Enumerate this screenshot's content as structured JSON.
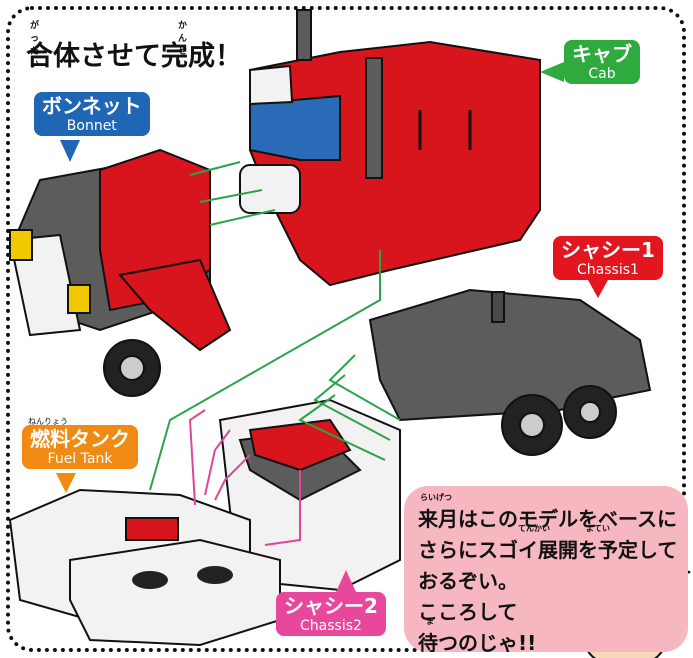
{
  "title": {
    "text": "合体させて完成！",
    "ruby_gattai": "がったい",
    "ruby_kansei": "かんせい"
  },
  "labels": {
    "cab": {
      "jp": "キャブ",
      "en": "Cab",
      "color": "#2eaa3f"
    },
    "bonnet": {
      "jp": "ボンネット",
      "en": "Bonnet",
      "color": "#1f66b5"
    },
    "chassis1": {
      "jp": "シャシー1",
      "en": "Chassis1",
      "color": "#e3151e"
    },
    "fuel_tank": {
      "jp": "燃料タンク",
      "en": "Fuel Tank",
      "ruby": "ねんりょう",
      "color": "#f08a12"
    },
    "chassis2": {
      "jp": "シャシー2",
      "en": "Chassis2",
      "color": "#e8489b"
    }
  },
  "note": {
    "line1": "来月はこのモデルをベースに",
    "line2": "さらにスゴイ展開を予定して",
    "line3": "おるぞい。",
    "line4": "こころして",
    "line5": "待つのじゃ!!",
    "ruby_raigetsu": "らいげつ",
    "ruby_tenkai": "てんかい",
    "ruby_yotei": "よてい",
    "ruby_ma": "ま",
    "background": "#f7b7c0"
  },
  "colors": {
    "red_part": "#d8141c",
    "blue_part": "#2a6bb8",
    "gray_part": "#5c5c5c",
    "white_part": "#f2f2f2",
    "green_arrow": "#2aa34a",
    "pink_arrow": "#e04598"
  },
  "icons": [
    "professor-mascot-icon",
    "cap-icon"
  ]
}
